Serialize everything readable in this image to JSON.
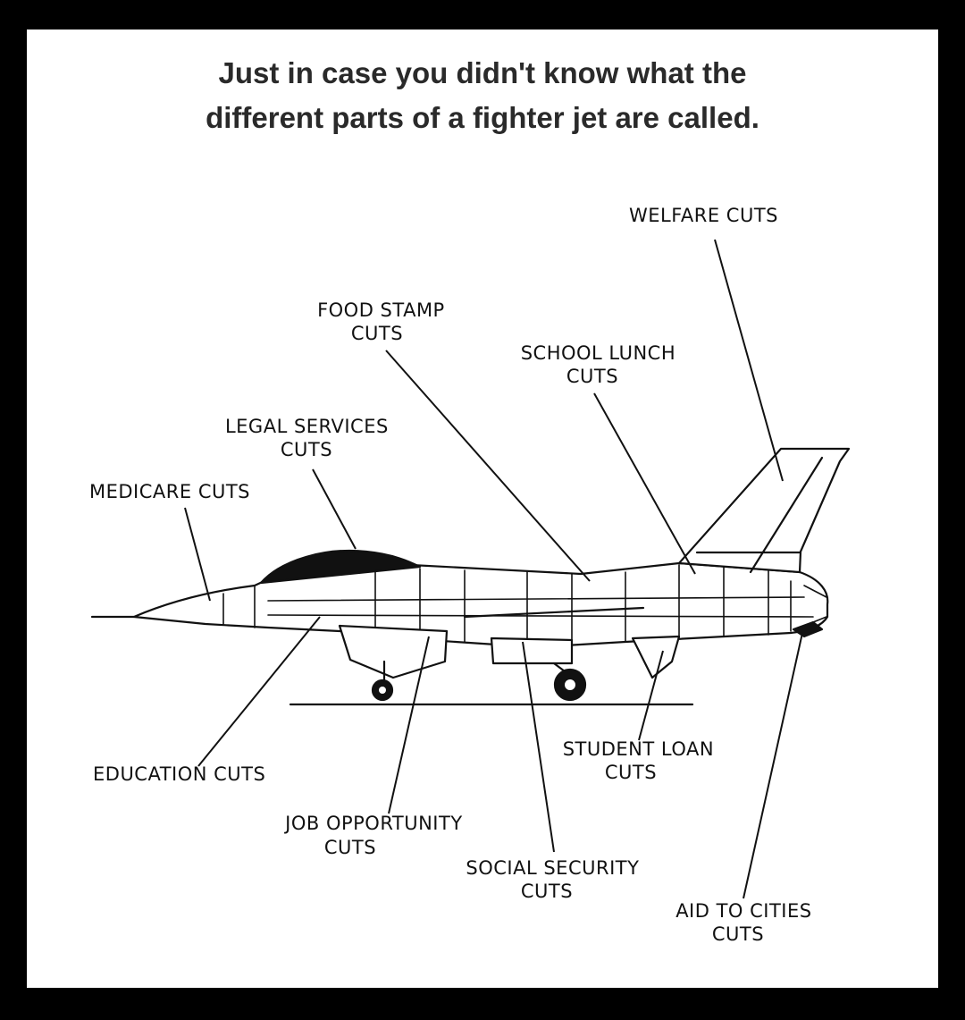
{
  "headline": {
    "line1": "Just in case you didn't know what the",
    "line2": "different parts of a fighter jet are called."
  },
  "labels": {
    "welfare": [
      "WELFARE CUTS"
    ],
    "food_stamp": [
      "FOOD STAMP",
      "CUTS"
    ],
    "school_lunch": [
      "SCHOOL LUNCH",
      "CUTS"
    ],
    "legal_services": [
      "LEGAL SERVICES",
      "CUTS"
    ],
    "medicare": [
      "MEDICARE CUTS"
    ],
    "education": [
      "EDUCATION CUTS"
    ],
    "job_opportunity": [
      "JOB OPPORTUNITY",
      "CUTS"
    ],
    "social_security": [
      "SOCIAL SECURITY",
      "CUTS"
    ],
    "student_loan": [
      "STUDENT LOAN",
      "CUTS"
    ],
    "aid_to_cities": [
      "AID TO CITIES",
      "CUTS"
    ]
  }
}
